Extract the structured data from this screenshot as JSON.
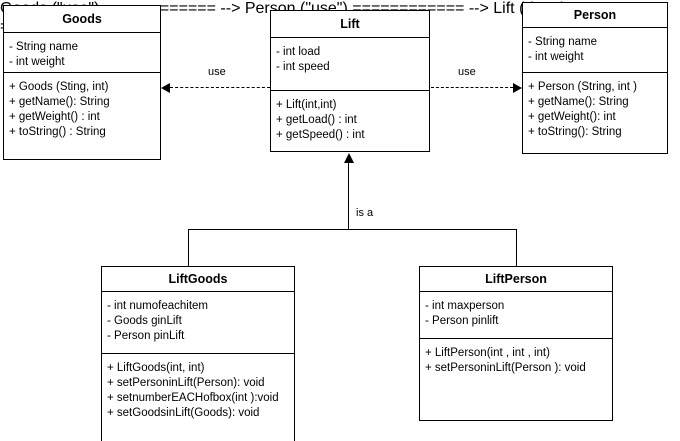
{
  "diagram": {
    "type": "uml-class-diagram",
    "background_color": "#ffffff",
    "line_color": "#000000"
  },
  "classes": {
    "goods": {
      "name": "Goods",
      "attributes": [
        "- String name",
        "- int weight"
      ],
      "methods": [
        "+ Goods (Sting, int)",
        "+ getName(): String",
        "+ getWeight() : int",
        "+ toString() : String"
      ]
    },
    "lift": {
      "name": "Lift",
      "attributes": [
        "- int load",
        "- int speed"
      ],
      "methods": [
        "+ Lift(int,int)",
        "+ getLoad() : int",
        "+ getSpeed() : int"
      ]
    },
    "person": {
      "name": "Person",
      "attributes": [
        "- String name",
        "- int weight"
      ],
      "methods": [
        "+ Person (String, int )",
        "+ getName(): String",
        "+ getWeight(): int",
        "+ toString(): String"
      ]
    },
    "liftgoods": {
      "name": "LiftGoods",
      "attributes": [
        "- int numofeachitem",
        "- Goods ginLift",
        "- Person pinLift"
      ],
      "methods": [
        "+ LiftGoods(int, int)",
        "+ setPersoninLift(Person): void",
        "+ setnumberEACHofbox(int ):void",
        "+ setGoodsinLift(Goods): void"
      ]
    },
    "liftperson": {
      "name": "LiftPerson",
      "attributes": [
        "- int maxperson",
        "- Person pinlift"
      ],
      "methods": [
        "+ LiftPerson(int , int , int)",
        "+ setPersoninLift(Person ): void"
      ]
    }
  },
  "relationships": {
    "lift_uses_goods": {
      "label": "use",
      "style": "dashed",
      "arrow": "left"
    },
    "lift_uses_person": {
      "label": "use",
      "style": "dashed",
      "arrow": "right"
    },
    "inheritance": {
      "label": "is a",
      "style": "solid",
      "arrow": "up"
    }
  }
}
